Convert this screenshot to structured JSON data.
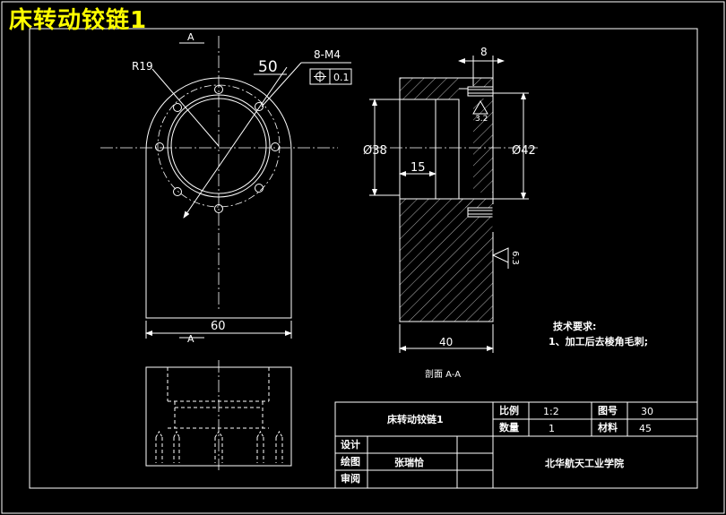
{
  "overlay_title": "床转动铰链1",
  "colors": {
    "background": "#000000",
    "lines": "#ffffff",
    "title": "#ffff00"
  },
  "front_view": {
    "radius_label": "R19",
    "diameter_label": "50",
    "hole_label": "8-M4",
    "tolerance_symbol": "position-icon",
    "tolerance_value": "0.1",
    "width_label": "60",
    "section_mark_top": "A",
    "section_mark_bottom": "A"
  },
  "section_view": {
    "width_top": "8",
    "roughness_top": "3.2",
    "dia_left": "Ø38",
    "dia_right": "Ø42",
    "depth_label": "15",
    "roughness_side": "6.3",
    "width_bottom": "40",
    "caption": "剖面 A-A"
  },
  "notes": {
    "heading": "技术要求:",
    "item1": "1、加工后去棱角毛刺;"
  },
  "title_block": {
    "part_name": "床转动铰链1",
    "scale_label": "比例",
    "scale_value": "1:2",
    "drawing_no_label": "图号",
    "drawing_no_value": "30",
    "quantity_label": "数量",
    "quantity_value": "1",
    "material_label": "材料",
    "material_value": "45",
    "design_label": "设计",
    "drawn_label": "绘图",
    "drawn_by": "张瑞恰",
    "review_label": "审阅",
    "school": "北华航天工业学院"
  }
}
